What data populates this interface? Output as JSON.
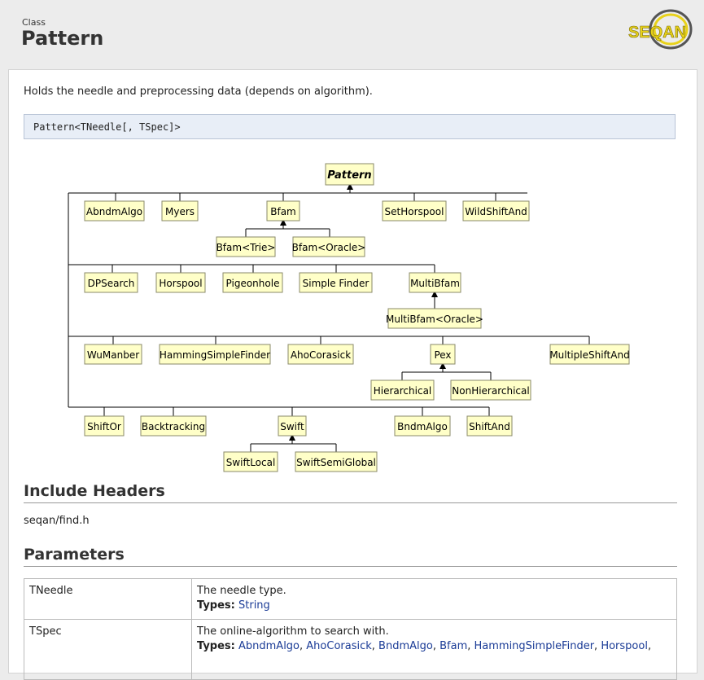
{
  "header": {
    "kicker": "Class",
    "title": "Pattern",
    "logo_text": "SEQAN"
  },
  "description": "Holds the needle and preprocessing data (depends on algorithm).",
  "signature": "Pattern<TNeedle[, TSpec]>",
  "diagram": {
    "root": "Pattern",
    "nodes": [
      "AbndmAlgo",
      "Myers",
      "Bfam",
      "SetHorspool",
      "WildShiftAnd",
      "Bfam<Trie>",
      "Bfam<Oracle>",
      "DPSearch",
      "Horspool",
      "Pigeonhole",
      "Simple Finder",
      "MultiBfam",
      "MultiBfam<Oracle>",
      "WuManber",
      "HammingSimpleFinder",
      "AhoCorasick",
      "Pex",
      "MultipleShiftAnd",
      "Hierarchical",
      "NonHierarchical",
      "ShiftOr",
      "Backtracking",
      "Swift",
      "BndmAlgo",
      "ShiftAnd",
      "SwiftLocal",
      "SwiftSemiGlobal"
    ]
  },
  "include": {
    "heading": "Include Headers",
    "path": "seqan/find.h"
  },
  "parameters": {
    "heading": "Parameters",
    "rows": [
      {
        "name": "TNeedle",
        "desc": "The needle type.",
        "types_label": "Types:",
        "types": [
          "String"
        ]
      },
      {
        "name": "TSpec",
        "desc": "The online-algorithm to search with.",
        "types_label": "Types:",
        "types": [
          "AbndmAlgo",
          "AhoCorasick",
          "BndmAlgo",
          "Bfam",
          "HammingSimpleFinder",
          "Horspool"
        ]
      }
    ]
  }
}
